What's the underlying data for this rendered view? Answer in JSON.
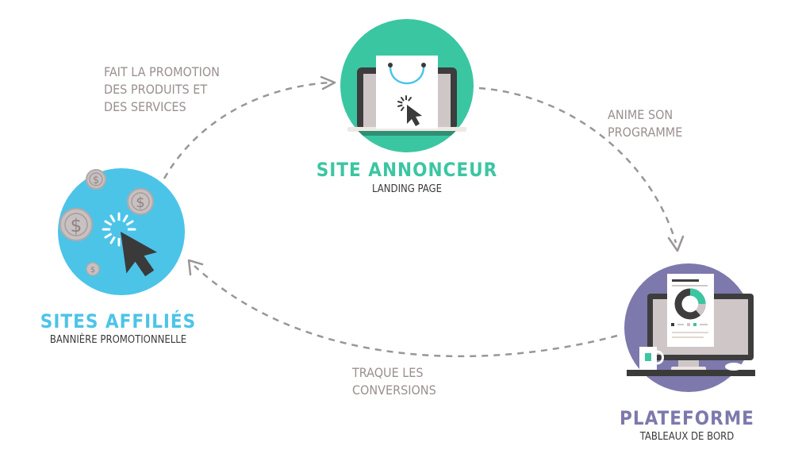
{
  "colors": {
    "affiliate": "#4cc4e8",
    "advertiser": "#3bc6a2",
    "platform": "#7d79ac",
    "arrow": "#9a9696",
    "label": "#9a8f8f"
  },
  "nodes": {
    "affiliate": {
      "title": "SITES AFFILIÉS",
      "subtitle": "BANNIÈRE PROMOTIONNELLE",
      "icons": [
        "dollar-coin-icon",
        "mouse-cursor-icon",
        "click-burst-icon"
      ]
    },
    "advertiser": {
      "title": "SITE ANNONCEUR",
      "subtitle": "LANDING PAGE",
      "icons": [
        "laptop-icon",
        "shopping-bag-icon",
        "mouse-cursor-icon"
      ]
    },
    "platform": {
      "title": "PLATEFORME",
      "subtitle": "TABLEAUX DE BORD",
      "icons": [
        "desktop-monitor-icon",
        "donut-chart-icon",
        "coffee-mug-icon",
        "computer-mouse-icon"
      ]
    }
  },
  "edges": {
    "promote": {
      "lines": [
        "FAIT LA PROMOTION",
        "DES PRODUITS ET",
        "DES SERVICES"
      ]
    },
    "animate": {
      "lines": [
        "ANIME SON",
        "PROGRAMME"
      ]
    },
    "track": {
      "lines": [
        "TRAQUE LES",
        "CONVERSIONS"
      ]
    }
  }
}
